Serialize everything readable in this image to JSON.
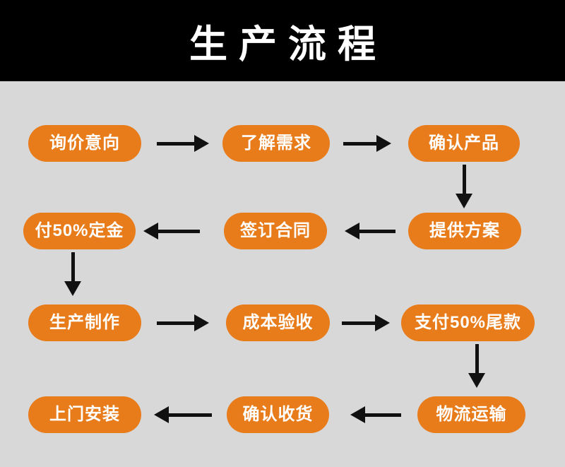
{
  "header": {
    "title": "生产流程"
  },
  "colors": {
    "header_bg": "#000000",
    "title_color": "#ffffff",
    "body_bg": "#d8d8d8",
    "node_bg": "#e87b1a",
    "node_text": "#ffffff",
    "arrow": "#111111"
  },
  "nodes": [
    {
      "id": "inquiry-intent",
      "label": "询价意向"
    },
    {
      "id": "understand-needs",
      "label": "了解需求"
    },
    {
      "id": "confirm-product",
      "label": "确认产品"
    },
    {
      "id": "provide-solution",
      "label": "提供方案"
    },
    {
      "id": "sign-contract",
      "label": "签订合同"
    },
    {
      "id": "pay-deposit",
      "label": "付50%定金"
    },
    {
      "id": "production",
      "label": "生产制作"
    },
    {
      "id": "cost-acceptance",
      "label": "成本验收"
    },
    {
      "id": "pay-balance",
      "label": "支付50%尾款"
    },
    {
      "id": "logistics",
      "label": "物流运输"
    },
    {
      "id": "confirm-receipt",
      "label": "确认收货"
    },
    {
      "id": "installation",
      "label": "上门安装"
    }
  ],
  "flow_order": [
    "询价意向",
    "了解需求",
    "确认产品",
    "提供方案",
    "签订合同",
    "付50%定金",
    "生产制作",
    "成本验收",
    "支付50%尾款",
    "物流运输",
    "确认收货",
    "上门安装"
  ]
}
